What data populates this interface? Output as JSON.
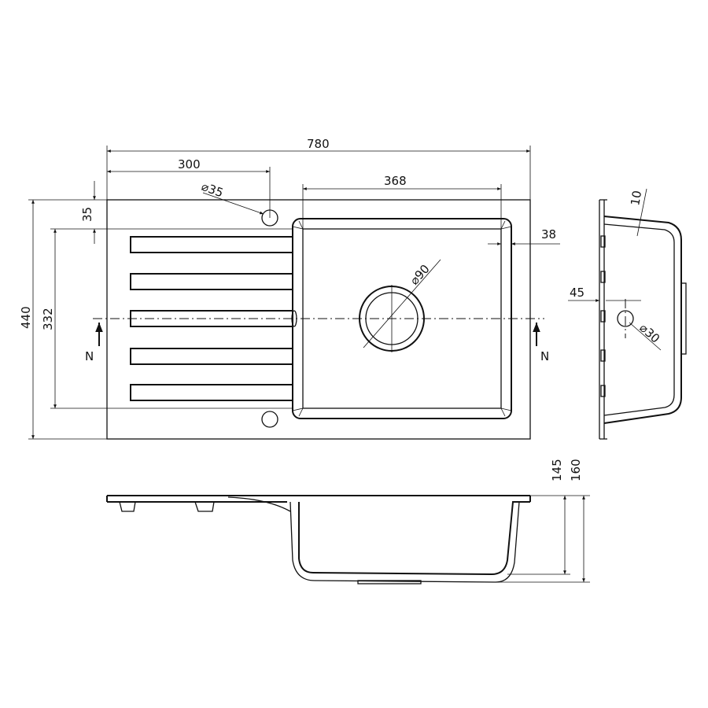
{
  "drawing": {
    "overall_length": "780",
    "drainer_to_tap": "300",
    "bowl_width": "368",
    "tap_hole_offset": "35",
    "tap_hole_diameter": "⌀35",
    "drain_diameter": "⌀90",
    "overall_width": "440",
    "bowl_length": "332",
    "bowl_edge": "38",
    "rim_thickness": "10",
    "overflow_offset": "45",
    "overflow_diameter": "⌀30",
    "bowl_depth": "145",
    "total_depth": "160",
    "section_marker_left": "N",
    "section_marker_right": "N"
  },
  "colors": {
    "line": "#111111",
    "background": "#ffffff"
  }
}
